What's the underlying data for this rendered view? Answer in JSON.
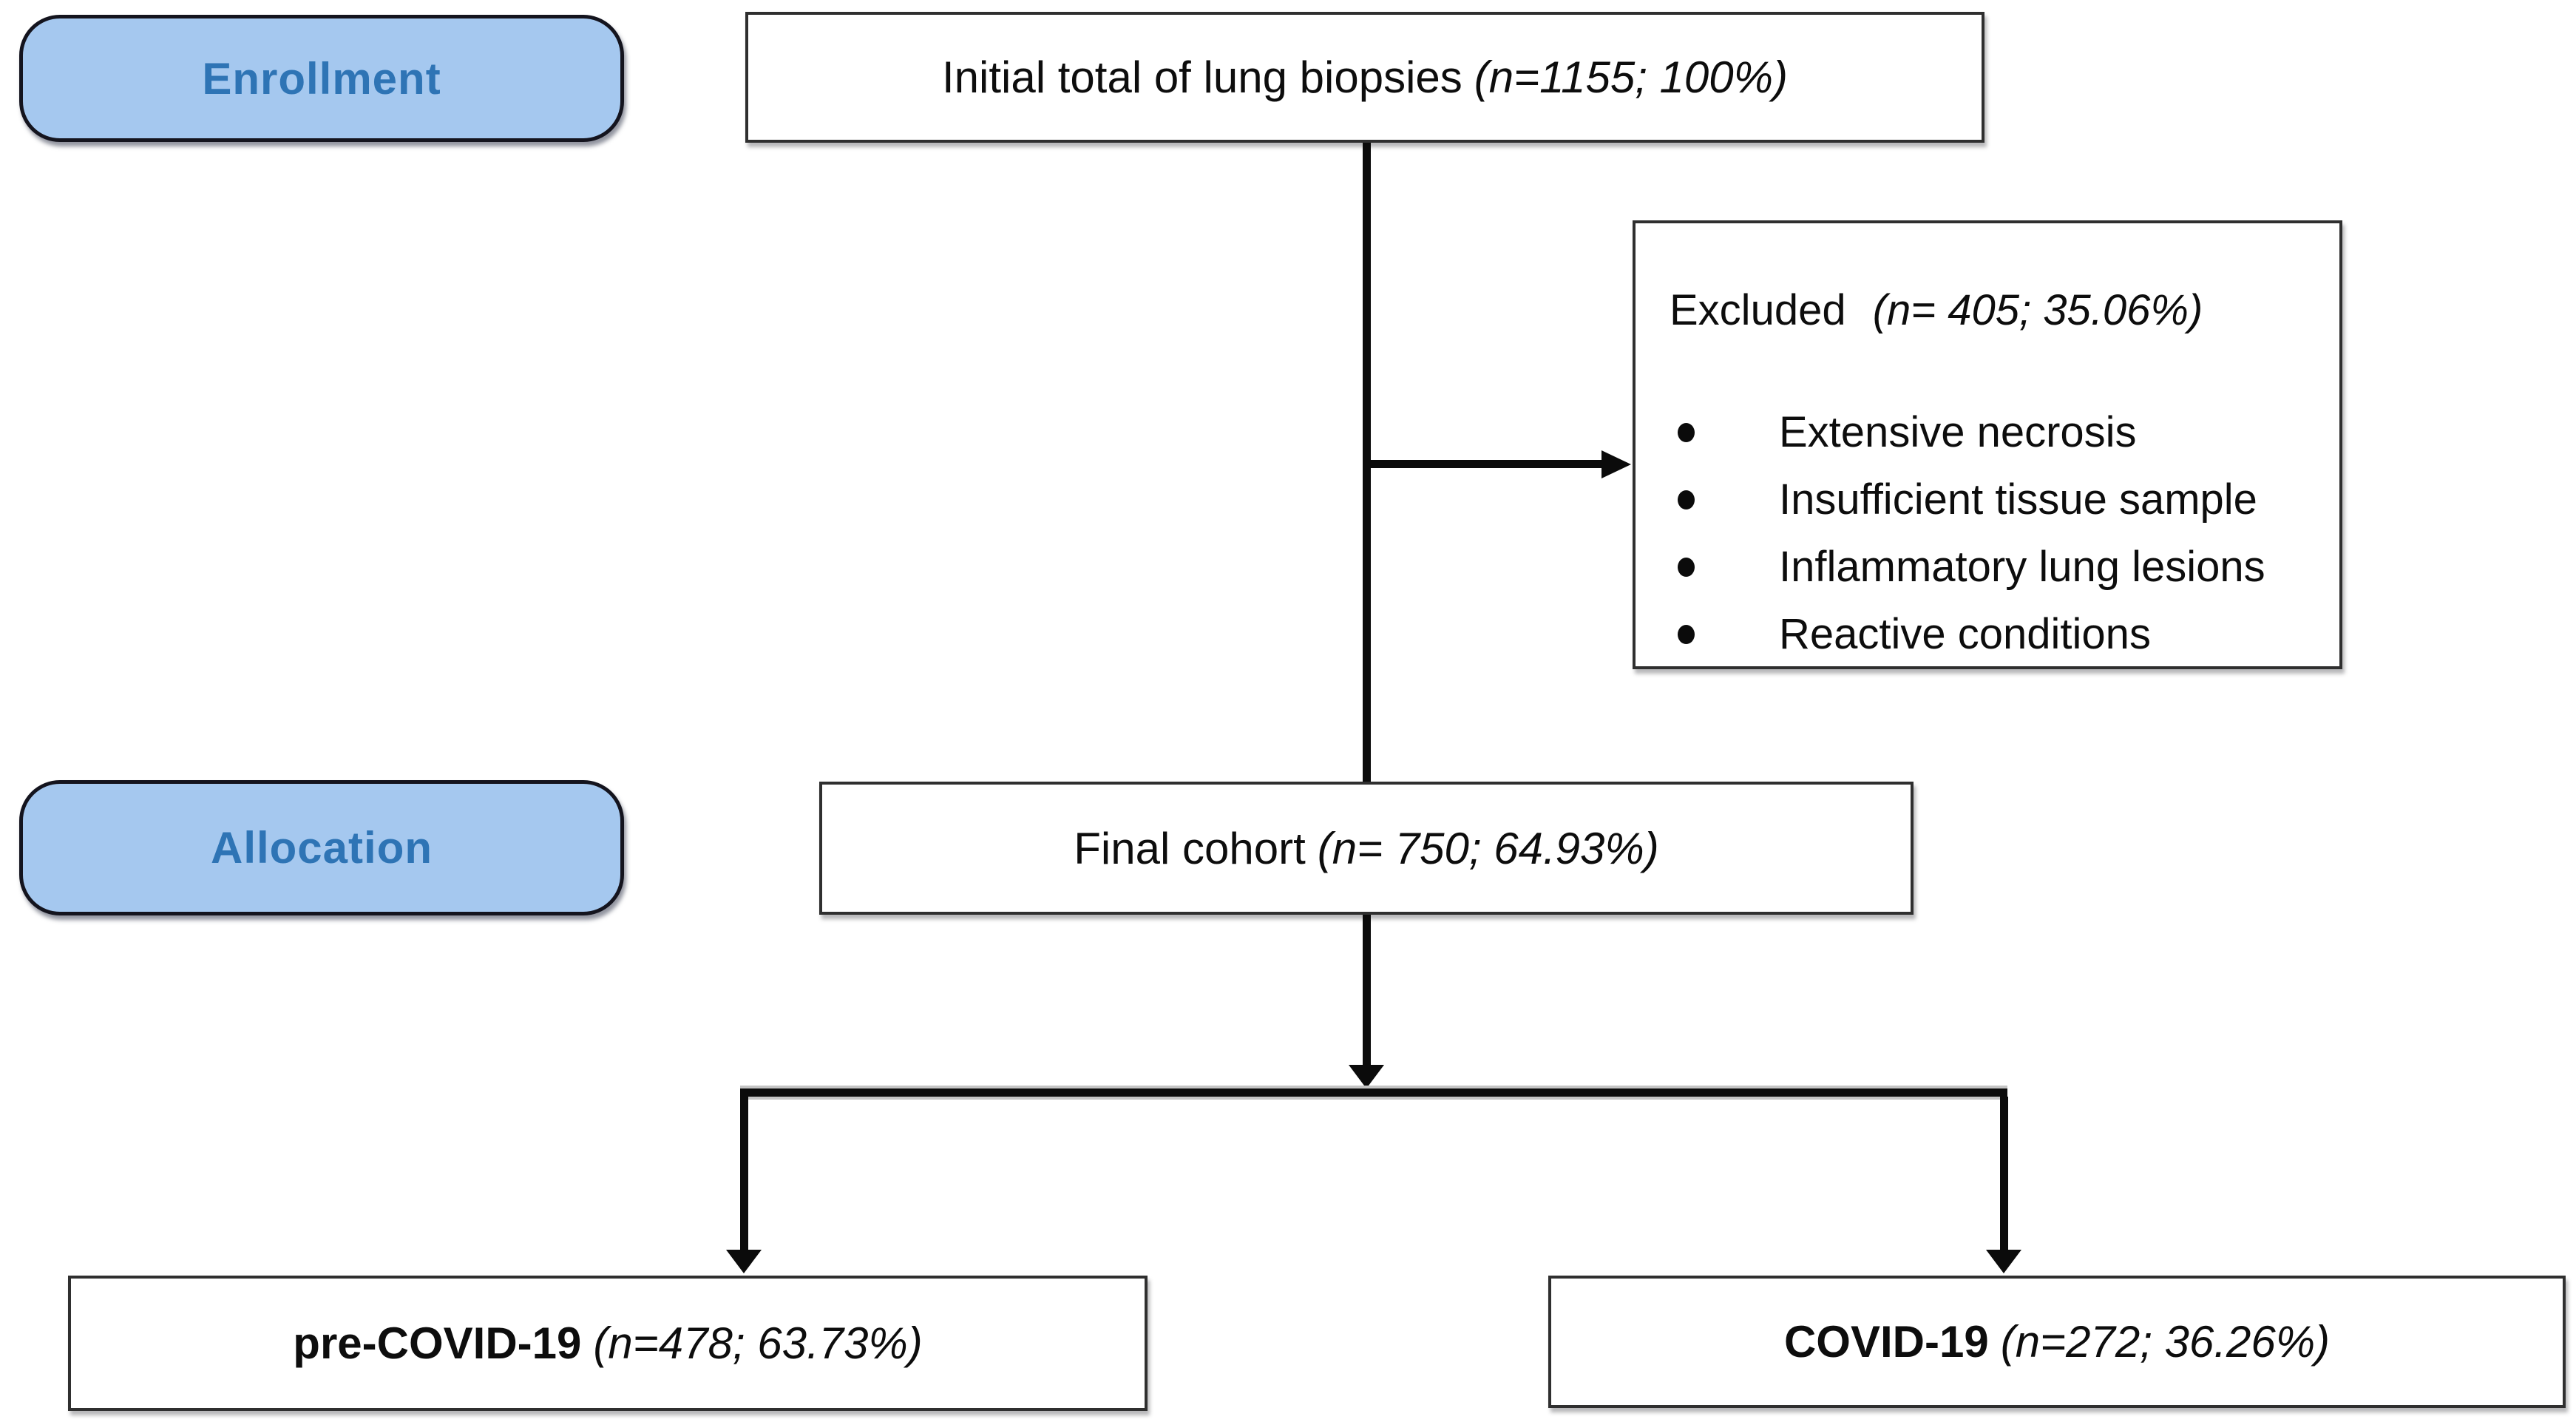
{
  "figure": {
    "type": "consort-flow-diagram",
    "stages": {
      "enrollment": {
        "label": "Enrollment"
      },
      "allocation": {
        "label": "Allocation"
      }
    },
    "nodes": {
      "initial": {
        "name": "Initial total of lung biopsies",
        "stat": "(n=1155; 100%)"
      },
      "excluded": {
        "title": "Excluded",
        "stat": "(n= 405; 35.06%)",
        "reasons": [
          "Extensive necrosis",
          "Insufficient tissue sample",
          "Inflammatory lung lesions",
          "Reactive conditions"
        ]
      },
      "final": {
        "name": "Final cohort",
        "stat": "(n= 750; 64.93%)"
      },
      "pre_covid": {
        "name": "pre-COVID-19",
        "stat": "(n=478; 63.73%)"
      },
      "covid": {
        "name": "COVID-19",
        "stat": "(n=272; 36.26%)"
      }
    },
    "colors": {
      "stage_fill": "#a5c8ef",
      "stage_text": "#2e74b5",
      "stage_border": "#14141e",
      "node_border": "#2f2f2f",
      "connector": "#0b0b0b",
      "background": "#ffffff"
    }
  }
}
